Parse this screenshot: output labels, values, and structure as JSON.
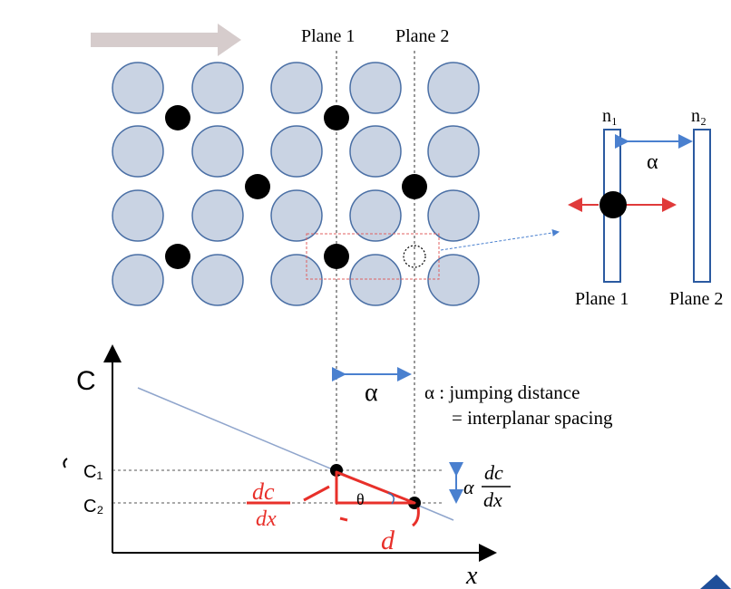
{
  "labels": {
    "plane1_top": "Plane 1",
    "plane2_top": "Plane 2",
    "plane1_inset": "Plane 1",
    "plane2_inset": "Plane 2",
    "n1": "n₁",
    "n2": "n₂",
    "alpha_inset": "α",
    "alpha_graph": "α",
    "y_axis": "C",
    "x_axis": "x",
    "c1": "C₁",
    "c2": "C₂",
    "theta": "θ",
    "jump_line1": "α : jumping distance",
    "jump_line2": "= interplanar spacing",
    "alpha_slope": "α",
    "dc": "dc",
    "dx": "dx",
    "hand_dc": "dc",
    "hand_dx": "dx",
    "hand_d": "d"
  },
  "colors": {
    "atom_fill": "#c9d3e3",
    "atom_stroke": "#4a6fa5",
    "interstitial": "#000000",
    "arrow_blue": "#4a80cf",
    "arrow_red": "#e03a3a",
    "handwriting_red": "#e8302a",
    "slope_line": "#8fa5cc",
    "flow_arrow": "#d6cccc"
  },
  "icons": {
    "flow_arrow": "right-arrow-icon"
  }
}
